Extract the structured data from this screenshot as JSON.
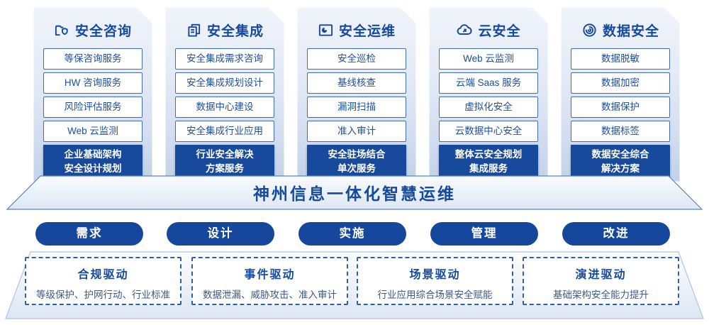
{
  "palette": {
    "primary_blue": "#15489c",
    "border_blue": "#3f6cb5",
    "text_blue": "#1d4f9e",
    "card_gradient_top": "#f0f4fb",
    "card_gradient_bottom": "#c3d2ea",
    "dashed_border": "#2e5faa"
  },
  "columns": [
    {
      "icon": "folder-shield-icon",
      "title": "安全咨询",
      "items": [
        "等保咨询服务",
        "HW 咨询服务",
        "风险评估服务",
        "Web 云监测"
      ],
      "solution_line1": "企业基础架构",
      "solution_line2": "安全设计规划"
    },
    {
      "icon": "stacked-documents-icon",
      "title": "安全集成",
      "items": [
        "安全集成需求咨询",
        "安全集成规划设计",
        "数据中心建设",
        "安全集成行业应用"
      ],
      "solution_line1": "行业安全解决",
      "solution_line2": "方案服务"
    },
    {
      "icon": "folder-pie-icon",
      "title": "安全运维",
      "items": [
        "安全巡检",
        "基线核查",
        "漏洞扫描",
        "准入审计"
      ],
      "solution_line1": "安全驻场结合",
      "solution_line2": "单次服务"
    },
    {
      "icon": "cloud-icon",
      "title": "云安全",
      "items": [
        "Web 云监测",
        "云端 Saas 服务",
        "虚拟化安全",
        "云数据中心安全"
      ],
      "solution_line1": "整体云安全规划",
      "solution_line2": "集成服务"
    },
    {
      "icon": "fingerprint-icon",
      "title": "数据安全",
      "items": [
        "数据脱敏",
        "数据加密",
        "数据保护",
        "数据标签"
      ],
      "solution_line1": "数据安全综合",
      "solution_line2": "解决方案"
    }
  ],
  "banner": {
    "title": "神州信息一体化智慧运维"
  },
  "phases": [
    {
      "label": "需求"
    },
    {
      "label": "设计"
    },
    {
      "label": "实施"
    },
    {
      "label": "管理"
    },
    {
      "label": "改进"
    }
  ],
  "drivers": [
    {
      "title": "合规驱动",
      "desc": "等级保护、护网行动、行业标准"
    },
    {
      "title": "事件驱动",
      "desc": "数据泄漏、威胁攻击、准入审计"
    },
    {
      "title": "场景驱动",
      "desc": "行业应用综合场景安全赋能"
    },
    {
      "title": "演进驱动",
      "desc": "基础架构安全能力提升"
    }
  ]
}
